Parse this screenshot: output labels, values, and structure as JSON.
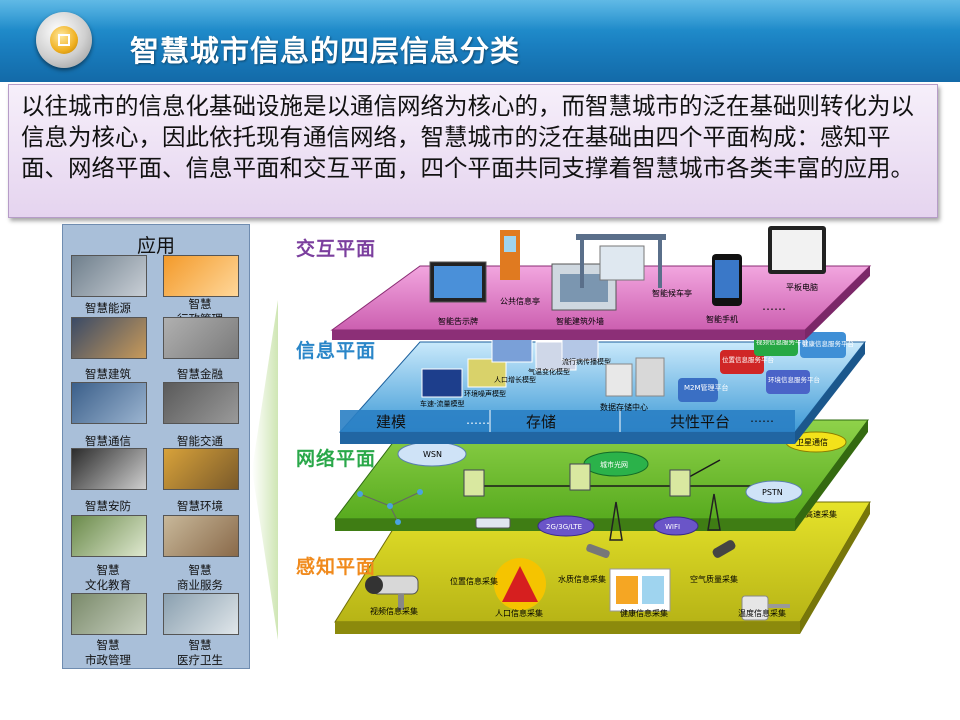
{
  "title": "智慧城市信息的四层信息分类",
  "intro": "以往城市的信息化基础设施是以通信网络为核心的，而智慧城市的泛在基础则转化为以信息为核心，因此依托现有通信网络，智慧城市的泛在基础由四个平面构成：感知平面、网络平面、信息平面和交互平面，四个平面共同支撑着智慧城市各类丰富的应用。",
  "apps": {
    "title": "应用",
    "items": [
      "智慧能源",
      "智慧行政管理",
      "智慧建筑",
      "智慧金融",
      "智慧通信",
      "智能交通",
      "智慧安防",
      "智慧环境",
      "智慧文化教育",
      "智慧商业服务",
      "智慧市政管理",
      "智慧医疗卫生"
    ],
    "lines": [
      [
        "智慧能源"
      ],
      [
        "智慧",
        "行政管理"
      ],
      [
        "智慧建筑"
      ],
      [
        "智慧金融"
      ],
      [
        "智慧通信"
      ],
      [
        "智能交通"
      ],
      [
        "智慧安防"
      ],
      [
        "智慧环境"
      ],
      [
        "智慧",
        "文化教育"
      ],
      [
        "智慧",
        "商业服务"
      ],
      [
        "智慧",
        "市政管理"
      ],
      [
        "智慧",
        "医疗卫生"
      ]
    ]
  },
  "layers": {
    "interaction": {
      "name": "交互平面",
      "color": "#7b3f9e",
      "items": [
        "智能告示牌",
        "公共信息亭",
        "智能建筑外墙",
        "智能候车亭",
        "智能手机",
        "平板电脑"
      ],
      "ellipsis": "……"
    },
    "information": {
      "name": "信息平面",
      "color": "#2a86c8",
      "sections": [
        "建模",
        "存储",
        "共性平台"
      ],
      "models": [
        "车速-流量模型",
        "环境噪声模型",
        "人口增长模型",
        "气温变化模型",
        "流行病传播模型"
      ],
      "datacenter": "数据存储中心",
      "platforms": [
        "M2M管理平台",
        "位置信息服务平台",
        "视频信息服务平台",
        "环境信息服务平台",
        "健康信息服务平台"
      ],
      "ellipsis": "……"
    },
    "network": {
      "name": "网络平面",
      "color": "#2aa84a",
      "items": [
        "WSN",
        "城市光网",
        "PSTN",
        "2G/3G/LTE",
        "WIFI",
        "卫星通信"
      ]
    },
    "perception": {
      "name": "感知平面",
      "color": "#f08a1c",
      "items": [
        "位置信息采集",
        "水质信息采集",
        "空气质量采集",
        "视频信息采集",
        "人口信息采集",
        "健康信息采集",
        "温度信息采集",
        "高速采集"
      ]
    }
  }
}
